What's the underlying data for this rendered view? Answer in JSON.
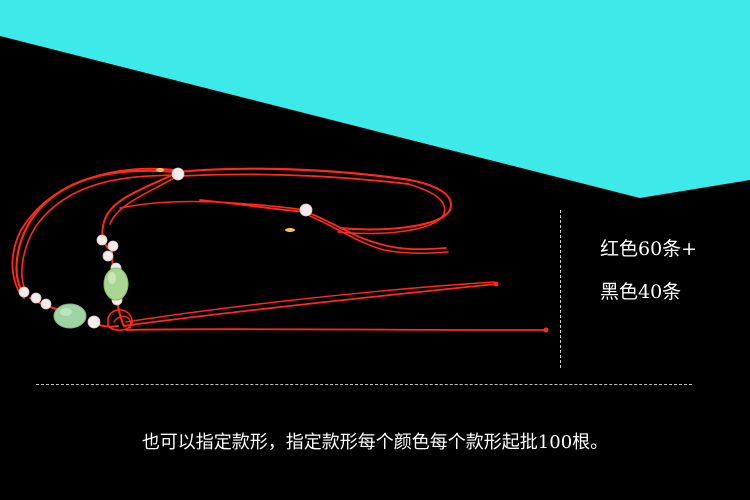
{
  "colors": {
    "background": "#000000",
    "banner_cyan": "#3ee9ea",
    "cord_red": "#ff2a1a",
    "bead_white": "#f4ecea",
    "jade_green": "#9fd3a4",
    "text": "#ffffff"
  },
  "specs": {
    "line1": "红色60条+",
    "line2": "黑色40条"
  },
  "footer": {
    "note": "也可以指定款形，指定款形每个颜色每个款形起批100根。"
  }
}
